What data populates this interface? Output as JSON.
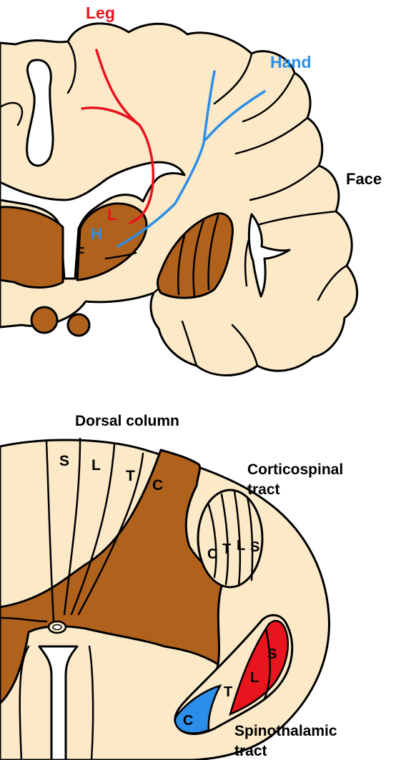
{
  "colors": {
    "white_matter": "#fbe9c8",
    "gray_matter": "#b0621c",
    "leg": "#e8141e",
    "hand": "#2b8ee8",
    "face": "#000000"
  },
  "brain": {
    "leg_label": "Leg",
    "hand_label": "Hand",
    "face_label": "Face",
    "capsule_L": "L",
    "capsule_H": "H",
    "capsule_F": "F"
  },
  "spinal_cord": {
    "dorsal_column_label": "Dorsal column",
    "dorsal_segments": [
      "S",
      "L",
      "T",
      "C"
    ],
    "corticospinal_label": [
      "Corticospinal",
      "tract"
    ],
    "corticospinal_segments": [
      "C",
      "T",
      "L",
      "S"
    ],
    "spinothalamic_label": [
      "Spinothalamic",
      "tract"
    ],
    "spinothalamic_segments": [
      "C",
      "T",
      "L",
      "S"
    ]
  }
}
